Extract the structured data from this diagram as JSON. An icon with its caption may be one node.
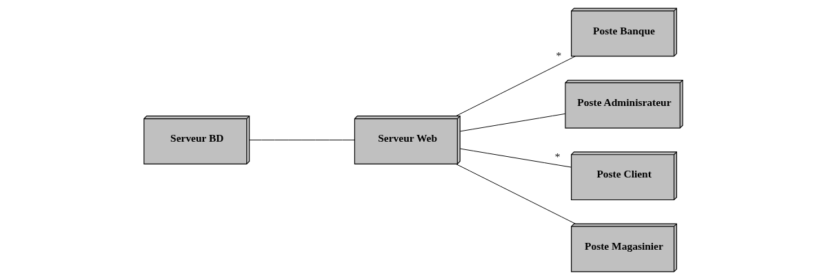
{
  "diagram": {
    "nodes": [
      {
        "text": [
          "Serveur BD"
        ]
      },
      {
        "text": [
          "Serveur Web"
        ]
      },
      {
        "text": [
          "Poste Banque"
        ]
      },
      {
        "text": [
          "Poste Adminisrateur"
        ]
      },
      {
        "text": [
          "Poste Client"
        ]
      },
      {
        "text": [
          "Poste Magasinier"
        ]
      }
    ],
    "edges": [
      {
        "from": 0,
        "to": 1,
        "arrow": "none"
      },
      {
        "from": 1,
        "to": 2,
        "arrow": "none",
        "label": "*"
      },
      {
        "from": 1,
        "to": 3,
        "arrow": "none"
      },
      {
        "from": 1,
        "to": 4,
        "arrow": "none",
        "label": "*"
      },
      {
        "from": 1,
        "to": 5,
        "arrow": "none"
      }
    ]
  }
}
